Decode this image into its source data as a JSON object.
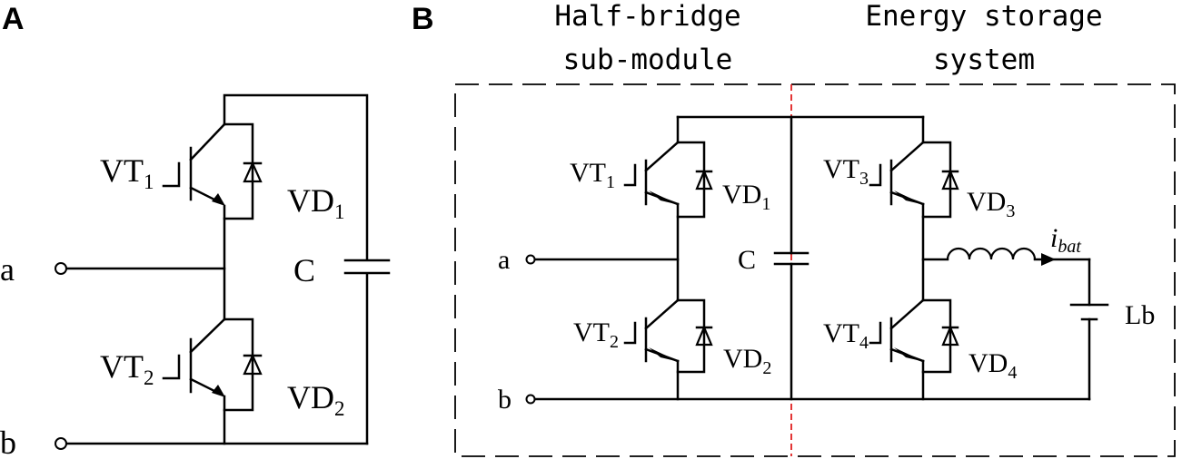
{
  "panels": {
    "a": "A",
    "b": "B"
  },
  "section_titles": {
    "left_line1": "Half-bridge",
    "left_line2": "sub-module",
    "right_line1": "Energy storage",
    "right_line2": "system"
  },
  "panel_a": {
    "terminal_a": "a",
    "terminal_b": "b",
    "capacitor": "C",
    "vt1": {
      "base": "VT",
      "sub": "1"
    },
    "vt2": {
      "base": "VT",
      "sub": "2"
    },
    "vd1": {
      "base": "VD",
      "sub": "1"
    },
    "vd2": {
      "base": "VD",
      "sub": "2"
    }
  },
  "panel_b": {
    "terminal_a": "a",
    "terminal_b": "b",
    "capacitor": "C",
    "battery": "Lb",
    "current": {
      "base": "i",
      "sub": "bat"
    },
    "vt1": {
      "base": "VT",
      "sub": "1"
    },
    "vt2": {
      "base": "VT",
      "sub": "2"
    },
    "vt3": {
      "base": "VT",
      "sub": "3"
    },
    "vt4": {
      "base": "VT",
      "sub": "4"
    },
    "vd1": {
      "base": "VD",
      "sub": "1"
    },
    "vd2": {
      "base": "VD",
      "sub": "2"
    },
    "vd3": {
      "base": "VD",
      "sub": "3"
    },
    "vd4": {
      "base": "VD",
      "sub": "4"
    }
  }
}
